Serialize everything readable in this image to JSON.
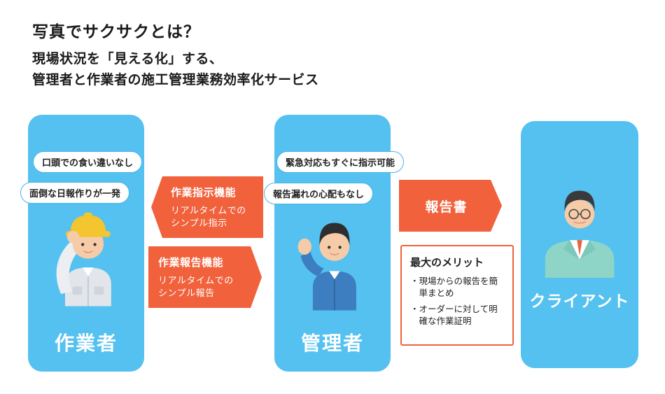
{
  "header": {
    "title": "写真でサクサクとは？",
    "subtitle_line1": "現場状況を「見える化」する、",
    "subtitle_line2": "管理者と作業者の施工管理業務効率化サービス"
  },
  "panels": {
    "worker": {
      "label": "作業者",
      "callout1": "口頭での食い違いなし",
      "callout2": "面倒な日報作りが一発"
    },
    "manager": {
      "label": "管理者",
      "callout1": "緊急対応もすぐに指示可能",
      "callout2": "報告漏れの心配もなし"
    },
    "client": {
      "label": "クライアント"
    }
  },
  "arrows": {
    "instruction": {
      "title": "作業指示機能",
      "line1": "リアルタイムでの",
      "line2": "シンプル指示"
    },
    "report": {
      "title": "作業報告機能",
      "line1": "リアルタイムでの",
      "line2": "シンプル報告"
    },
    "document": {
      "label": "報告書"
    }
  },
  "merit_box": {
    "title": "最大のメリット",
    "items": [
      "・現場からの報告を簡単まとめ",
      "・オーダーに対して明確な作業証明"
    ]
  },
  "colors": {
    "panel_blue": "#54C1F0",
    "accent_orange": "#F0613C",
    "helmet_yellow": "#F3C52E",
    "manager_jacket_blue": "#3D7EC1",
    "client_suit_teal": "#8FD5C7",
    "text_dark": "#1f1f1f"
  }
}
